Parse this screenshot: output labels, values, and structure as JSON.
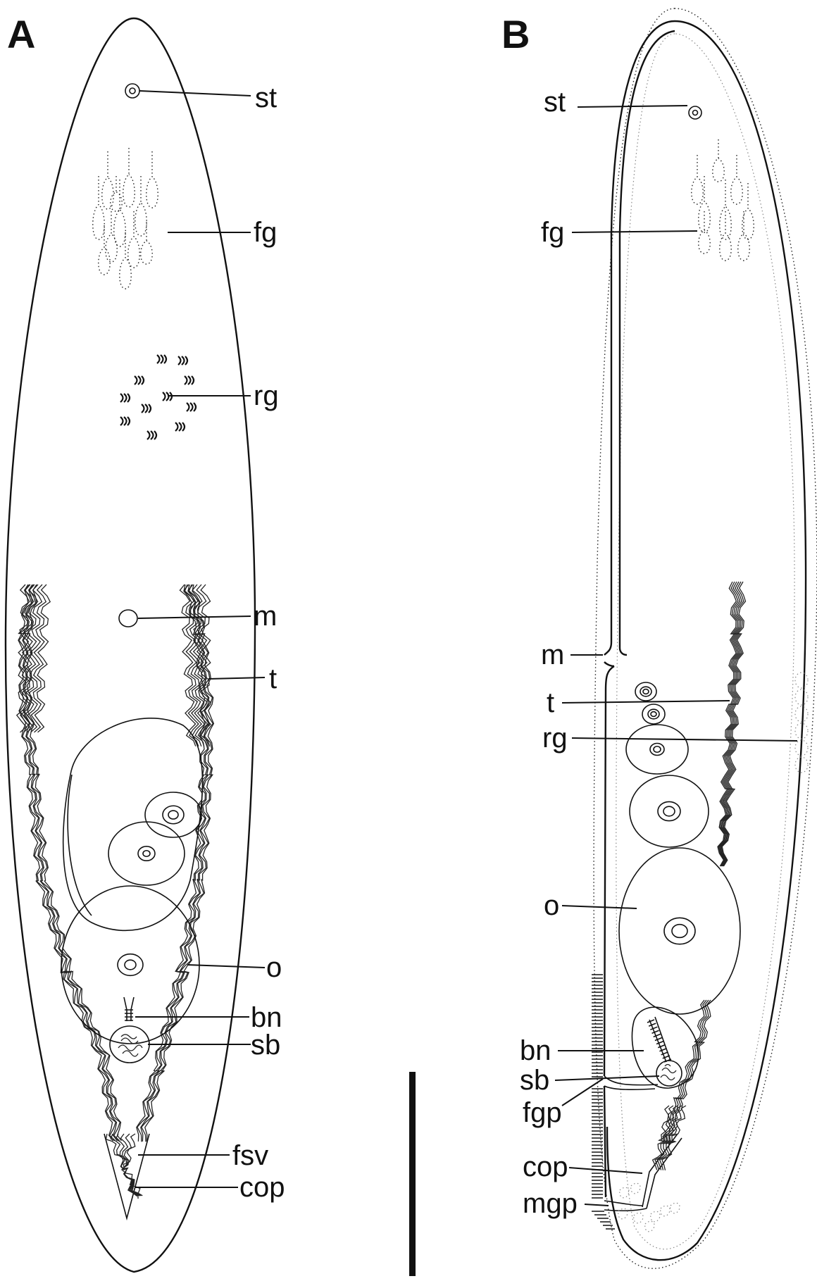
{
  "panels": [
    {
      "letter": "A",
      "labels": [
        "st",
        "fg",
        "rg",
        "m",
        "t",
        "o",
        "bn",
        "sb",
        "fsv",
        "cop"
      ]
    },
    {
      "letter": "B",
      "labels": [
        "st",
        "fg",
        "m",
        "t",
        "rg",
        "o",
        "bn",
        "sb",
        "fgp",
        "cop",
        "mgp"
      ]
    }
  ],
  "scale_bar": {
    "label": ""
  }
}
